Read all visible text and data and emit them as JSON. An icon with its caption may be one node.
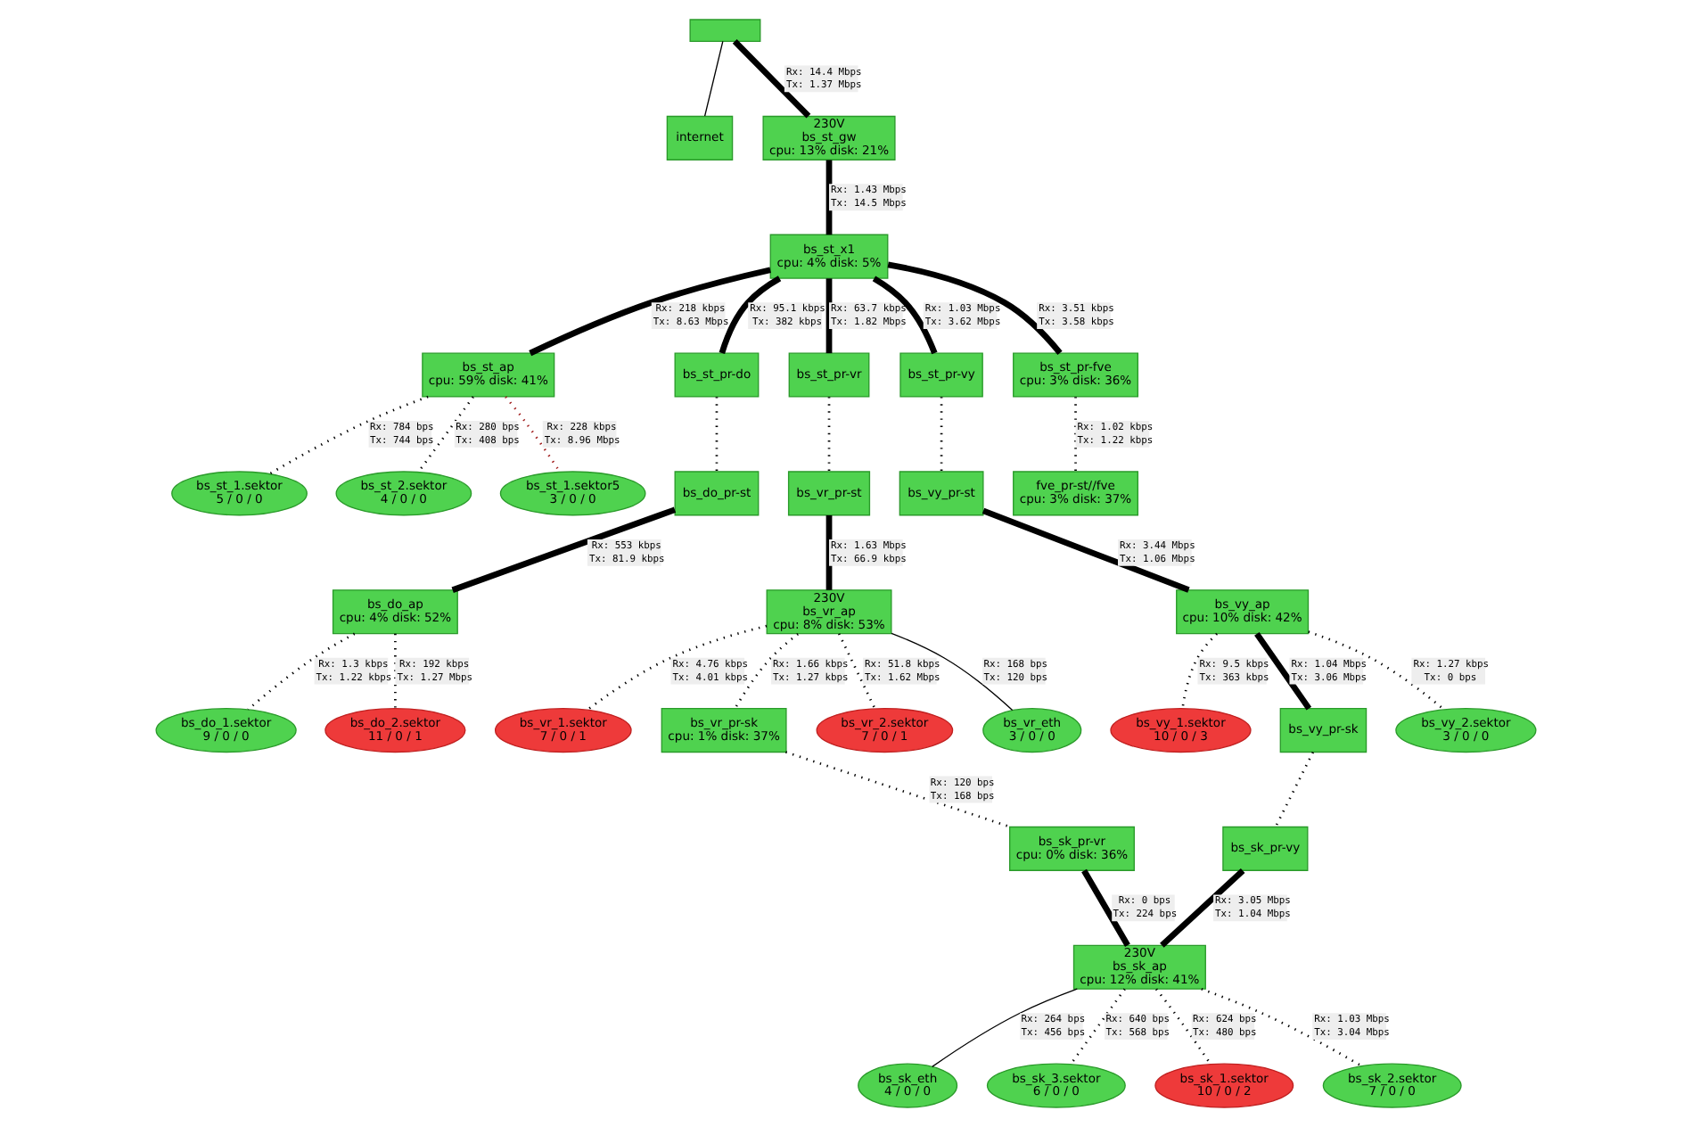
{
  "diagram": {
    "nodes": [
      {
        "text": [],
        "shape": "box"
      },
      {
        "text": [
          "internet"
        ]
      },
      {
        "text": [
          "230V",
          "bs_st_gw",
          "cpu: 13% disk: 21%"
        ]
      },
      {
        "text": [
          "bs_st_x1",
          "cpu: 4% disk: 5%"
        ]
      },
      {
        "text": [
          "bs_st_ap",
          "cpu: 59% disk: 41%"
        ]
      },
      {
        "text": [
          "bs_st_1.sektor",
          "5 / 0 / 0"
        ]
      },
      {
        "text": [
          "bs_st_2.sektor",
          "4 / 0 / 0"
        ]
      },
      {
        "text": [
          "bs_st_1.sektor5",
          "3 / 0 / 0"
        ]
      },
      {
        "text": [
          "bs_st_pr-do"
        ]
      },
      {
        "text": [
          "bs_st_pr-vr"
        ]
      },
      {
        "text": [
          "bs_st_pr-vy"
        ]
      },
      {
        "text": [
          "bs_st_pr-fve",
          "cpu: 3% disk: 36%"
        ]
      },
      {
        "text": [
          "fve_pr-st//fve",
          "cpu: 3% disk: 37%"
        ]
      },
      {
        "text": [
          "bs_vy_pr-st"
        ]
      },
      {
        "text": [
          "bs_vy_ap",
          "cpu: 10% disk: 42%"
        ]
      },
      {
        "text": [
          "bs_vy_1.sektor",
          "10 / 0 / 3"
        ]
      },
      {
        "text": [
          "bs_vy_pr-sk"
        ]
      },
      {
        "text": [
          "bs_vy_2.sektor",
          "3 / 0 / 0"
        ]
      },
      {
        "text": [
          "bs_vr_1.sektor",
          "7 / 0 / 1"
        ]
      },
      {
        "text": [
          "bs_vr_pr-st"
        ]
      },
      {
        "text": [
          "230V",
          "bs_vr_ap",
          "cpu: 8% disk: 53%"
        ]
      },
      {
        "text": [
          "bs_vr_pr-sk",
          "cpu: 1% disk: 37%"
        ]
      },
      {
        "text": [
          "bs_do_pr-st"
        ]
      },
      {
        "text": [
          "bs_sk_pr-vy"
        ]
      },
      {
        "text": [
          "bs_sk_eth",
          "4 / 0 / 0"
        ]
      },
      {
        "text": [
          "bs_do_ap",
          "cpu: 4% disk: 52%"
        ]
      },
      {
        "text": [
          "bs_vr_2.sektor",
          "7 / 0 / 1"
        ]
      },
      {
        "text": [
          "bs_vr_eth",
          "3 / 0 / 0"
        ]
      },
      {
        "text": [
          "bs_sk_pr-vr",
          "cpu: 0% disk: 36%"
        ]
      },
      {
        "text": [
          "230V",
          "bs_sk_ap",
          "cpu: 12% disk: 41%"
        ]
      },
      {
        "text": [
          "bs_sk_3.sektor",
          "6 / 0 / 0"
        ]
      },
      {
        "text": [
          "bs_do_1.sektor",
          "9 / 0 / 0"
        ]
      },
      {
        "text": [
          "bs_do_2.sektor",
          "11 / 0 / 1"
        ]
      },
      {
        "text": [
          "bs_sk_1.sektor",
          "10 / 0 / 2"
        ]
      },
      {
        "text": [
          "bs_sk_2.sektor",
          "7 / 0 / 0"
        ]
      }
    ],
    "edges": [
      {
        "from": 0,
        "to": 1,
        "arrow": "none"
      },
      {
        "from": 0,
        "to": 2,
        "arrow": "none",
        "label": "Rx: 14.4 Mbps Tx: 1.37 Mbps",
        "style": "thick"
      },
      {
        "from": 2,
        "to": 3,
        "arrow": "none",
        "label": "Rx: 1.43 Mbps Tx: 14.5 Mbps",
        "style": "thick"
      },
      {
        "from": 3,
        "to": 4,
        "arrow": "none",
        "label": "Rx: 218 kbps Tx: 8.63 Mbps",
        "style": "thick"
      },
      {
        "from": 4,
        "to": 5,
        "arrow": "none",
        "label": "Rx: 784 bps Tx: 744 bps",
        "style": "dashed"
      },
      {
        "from": 4,
        "to": 6,
        "arrow": "none",
        "label": "Rx: 280 bps Tx: 408 bps",
        "style": "dashed"
      },
      {
        "from": 4,
        "to": 7,
        "arrow": "none",
        "label": "Rx: 228 kbps Tx: 8.96 Mbps",
        "style": "dashed",
        "color": "#a01c1c"
      },
      {
        "from": 3,
        "to": 8,
        "arrow": "none",
        "label": "Rx: 95.1 kbps Tx: 382 kbps",
        "style": "thick"
      },
      {
        "from": 3,
        "to": 9,
        "arrow": "none",
        "label": "Rx: 63.7 kbps Tx: 1.82 Mbps",
        "style": "thick"
      },
      {
        "from": 3,
        "to": 10,
        "arrow": "none",
        "label": "Rx: 1.03 Mbps Tx: 3.62 Mbps",
        "style": "thick"
      },
      {
        "from": 3,
        "to": 11,
        "arrow": "none",
        "label": "Rx: 3.51 kbps Tx: 3.58 kbps",
        "style": "thick"
      },
      {
        "from": 11,
        "to": 12,
        "arrow": "none",
        "label": "Rx: 1.02 kbps Tx: 1.22 kbps",
        "style": "dashed"
      },
      {
        "from": 10,
        "to": 13,
        "arrow": "none",
        "style": "dashed"
      },
      {
        "from": 13,
        "to": 14,
        "arrow": "none",
        "label": "Rx: 3.44 Mbps Tx: 1.06 Mbps",
        "style": "thick"
      },
      {
        "from": 14,
        "to": 15,
        "arrow": "none",
        "label": "Rx: 9.5 kbps Tx: 363 kbps",
        "style": "dashed"
      },
      {
        "from": 14,
        "to": 17,
        "arrow": "none",
        "label": "Rx: 1.27 kbps Tx: 0 bps",
        "style": "dashed"
      },
      {
        "from": 14,
        "to": 16,
        "arrow": "none",
        "label": "Rx: 1.04 Mbps Tx: 3.06 Mbps",
        "style": "thick"
      },
      {
        "from": 16,
        "to": 23,
        "arrow": "none",
        "style": "dashed"
      },
      {
        "from": 8,
        "to": 22,
        "arrow": "none",
        "style": "dashed"
      },
      {
        "from": 9,
        "to": 19,
        "arrow": "none",
        "style": "dashed"
      },
      {
        "from": 19,
        "to": 20,
        "arrow": "none",
        "label": "Rx: 1.63 Mbps Tx: 66.9 kbps",
        "style": "thick"
      },
      {
        "from": 20,
        "to": 18,
        "arrow": "none",
        "label": "Rx: 4.76 kbps Tx: 4.01 kbps",
        "style": "dashed"
      },
      {
        "from": 20,
        "to": 21,
        "arrow": "none",
        "label": "Rx: 1.66 kbps Tx: 1.27 kbps",
        "style": "dashed"
      },
      {
        "from": 20,
        "to": 26,
        "arrow": "none",
        "label": "Rx: 51.8 kbps Tx: 1.62 Mbps",
        "style": "dashed"
      },
      {
        "from": 20,
        "to": 27,
        "arrow": "none",
        "label": "Rx: 168 bps Tx: 120 bps"
      },
      {
        "from": 21,
        "to": 28,
        "arrow": "none",
        "label": "Rx: 120 bps Tx: 168 bps",
        "style": "dashed"
      },
      {
        "from": 22,
        "to": 25,
        "arrow": "none",
        "label": "Rx: 553 kbps Tx: 81.9 kbps",
        "style": "thick"
      },
      {
        "from": 25,
        "to": 31,
        "arrow": "none",
        "label": "Rx: 1.3 kbps Tx: 1.22 kbps",
        "style": "dashed"
      },
      {
        "from": 25,
        "to": 32,
        "arrow": "none",
        "label": "Rx: 192 kbps Tx: 1.27 Mbps",
        "style": "dashed"
      },
      {
        "from": 23,
        "to": 29,
        "arrow": "none",
        "label": "Rx: 3.05 Mbps Tx: 1.04 Mbps",
        "style": "thick"
      },
      {
        "from": 29,
        "to": 24,
        "arrow": "none",
        "label": "Rx: 264 bps Tx: 456 bps"
      },
      {
        "from": 28,
        "to": 29,
        "arrow": "none",
        "label": "Rx: 0 bps Tx: 224 bps",
        "style": "thick"
      },
      {
        "from": 29,
        "to": 30,
        "arrow": "none",
        "label": "Rx: 640 bps Tx: 568 bps",
        "style": "dashed"
      },
      {
        "from": 29,
        "to": 33,
        "arrow": "none",
        "label": "Rx: 624 bps Tx: 480 bps",
        "style": "dashed"
      },
      {
        "from": 29,
        "to": 34,
        "arrow": "none",
        "label": "Rx: 1.03 Mbps Tx: 3.04 Mbps",
        "style": "dashed"
      }
    ]
  }
}
